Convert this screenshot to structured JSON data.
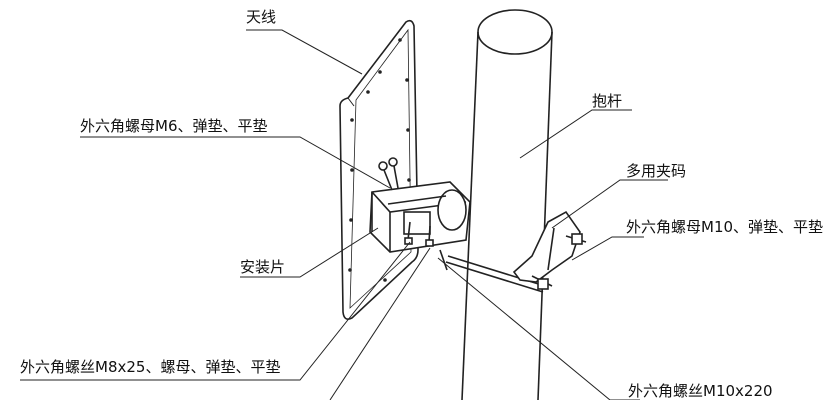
{
  "labels": {
    "antenna": "天线",
    "pole": "抱杆",
    "nut_m6": "外六角螺母M6、弹垫、平垫",
    "multi_clamp": "多用夹码",
    "nut_m10": "外六角螺母M10、弹垫、平垫",
    "mount_plate": "安装片",
    "bolt_m8": "外六角螺丝M8x25、螺母、弹垫、平垫",
    "bolt_m10": "外六角螺丝M10x220"
  }
}
